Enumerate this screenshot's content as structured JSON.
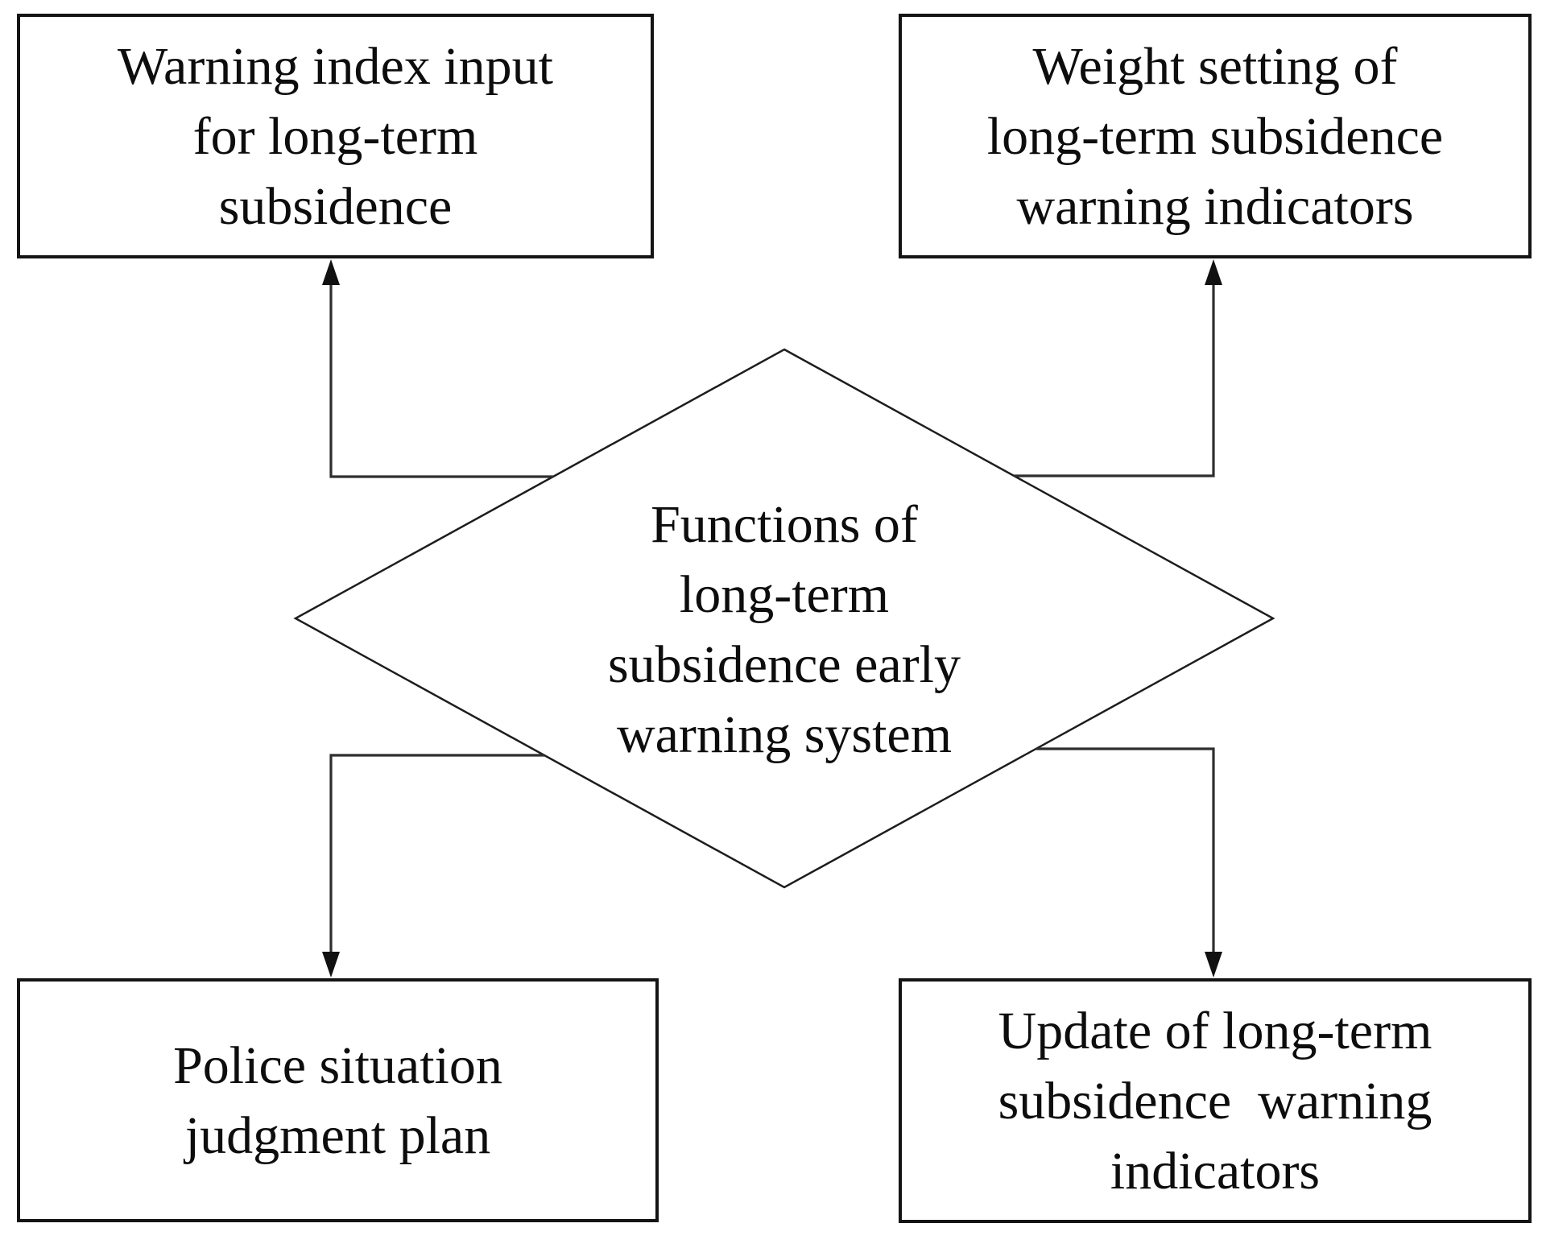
{
  "figure": {
    "type": "flowchart",
    "background_color": "#ffffff",
    "box_border_color": "#141414",
    "connector_color": "#2e2e2e",
    "text_color": "#0d0d0d"
  },
  "diamond": {
    "lines": [
      "Functions of",
      "long-term",
      "subsidence early",
      "warning system"
    ]
  },
  "boxes": {
    "top_left": {
      "lines": [
        "Warning index input",
        "for long-term",
        "subsidence"
      ]
    },
    "top_right": {
      "lines": [
        "Weight setting of",
        "long-term subsidence",
        "warning indicators"
      ]
    },
    "bottom_left": {
      "lines": [
        "Police situation",
        "judgment plan"
      ]
    },
    "bottom_right": {
      "lines": [
        "Update of long-term",
        "subsidence  warning",
        "indicators"
      ]
    }
  },
  "connections": [
    {
      "from": "diamond",
      "to": "top_left_box",
      "arrow": "up"
    },
    {
      "from": "diamond",
      "to": "top_right_box",
      "arrow": "up"
    },
    {
      "from": "diamond",
      "to": "bottom_left_box",
      "arrow": "down"
    },
    {
      "from": "diamond",
      "to": "bottom_right_box",
      "arrow": "down"
    }
  ]
}
